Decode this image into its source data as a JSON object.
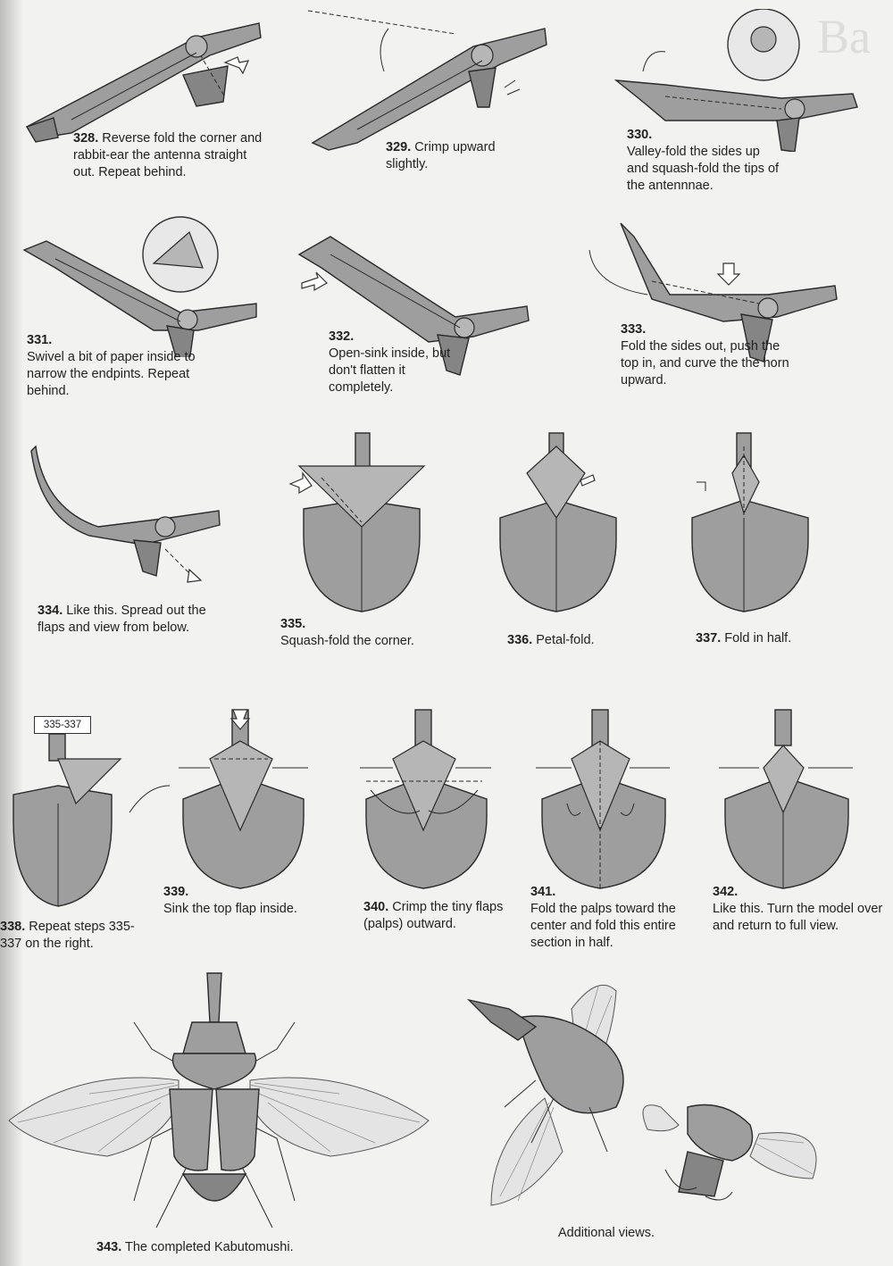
{
  "steps": [
    {
      "num": "328.",
      "text": "Reverse fold the corner and rabbit-ear the antenna straight out. Repeat behind."
    },
    {
      "num": "329.",
      "text": "Crimp upward slightly."
    },
    {
      "num": "330.",
      "text": "Valley-fold the sides up and squash-fold the tips of the antennnae."
    },
    {
      "num": "331.",
      "text": "Swivel a bit of paper inside to narrow the endpints. Repeat behind."
    },
    {
      "num": "332.",
      "text": "Open-sink inside, but don't flatten it completely."
    },
    {
      "num": "333.",
      "text": "Fold the sides out, push the top in, and curve the the horn upward."
    },
    {
      "num": "334.",
      "text": "Like this. Spread out the flaps and view from below."
    },
    {
      "num": "335.",
      "text": "Squash-fold the corner."
    },
    {
      "num": "336.",
      "text": "Petal-fold."
    },
    {
      "num": "337.",
      "text": "Fold in half."
    },
    {
      "num": "338.",
      "text": "Repeat steps 335-337 on the right."
    },
    {
      "num": "339.",
      "text": "Sink the top flap inside."
    },
    {
      "num": "340.",
      "text": "Crimp the tiny flaps (palps) outward."
    },
    {
      "num": "341.",
      "text": "Fold the palps toward the center and fold this entire section in half."
    },
    {
      "num": "342.",
      "text": "Like this. Turn the model over and return to full view."
    },
    {
      "num": "343.",
      "text": "The completed Kabutomushi."
    }
  ],
  "step_ref_box": "335-337",
  "additional_views": "Additional views."
}
